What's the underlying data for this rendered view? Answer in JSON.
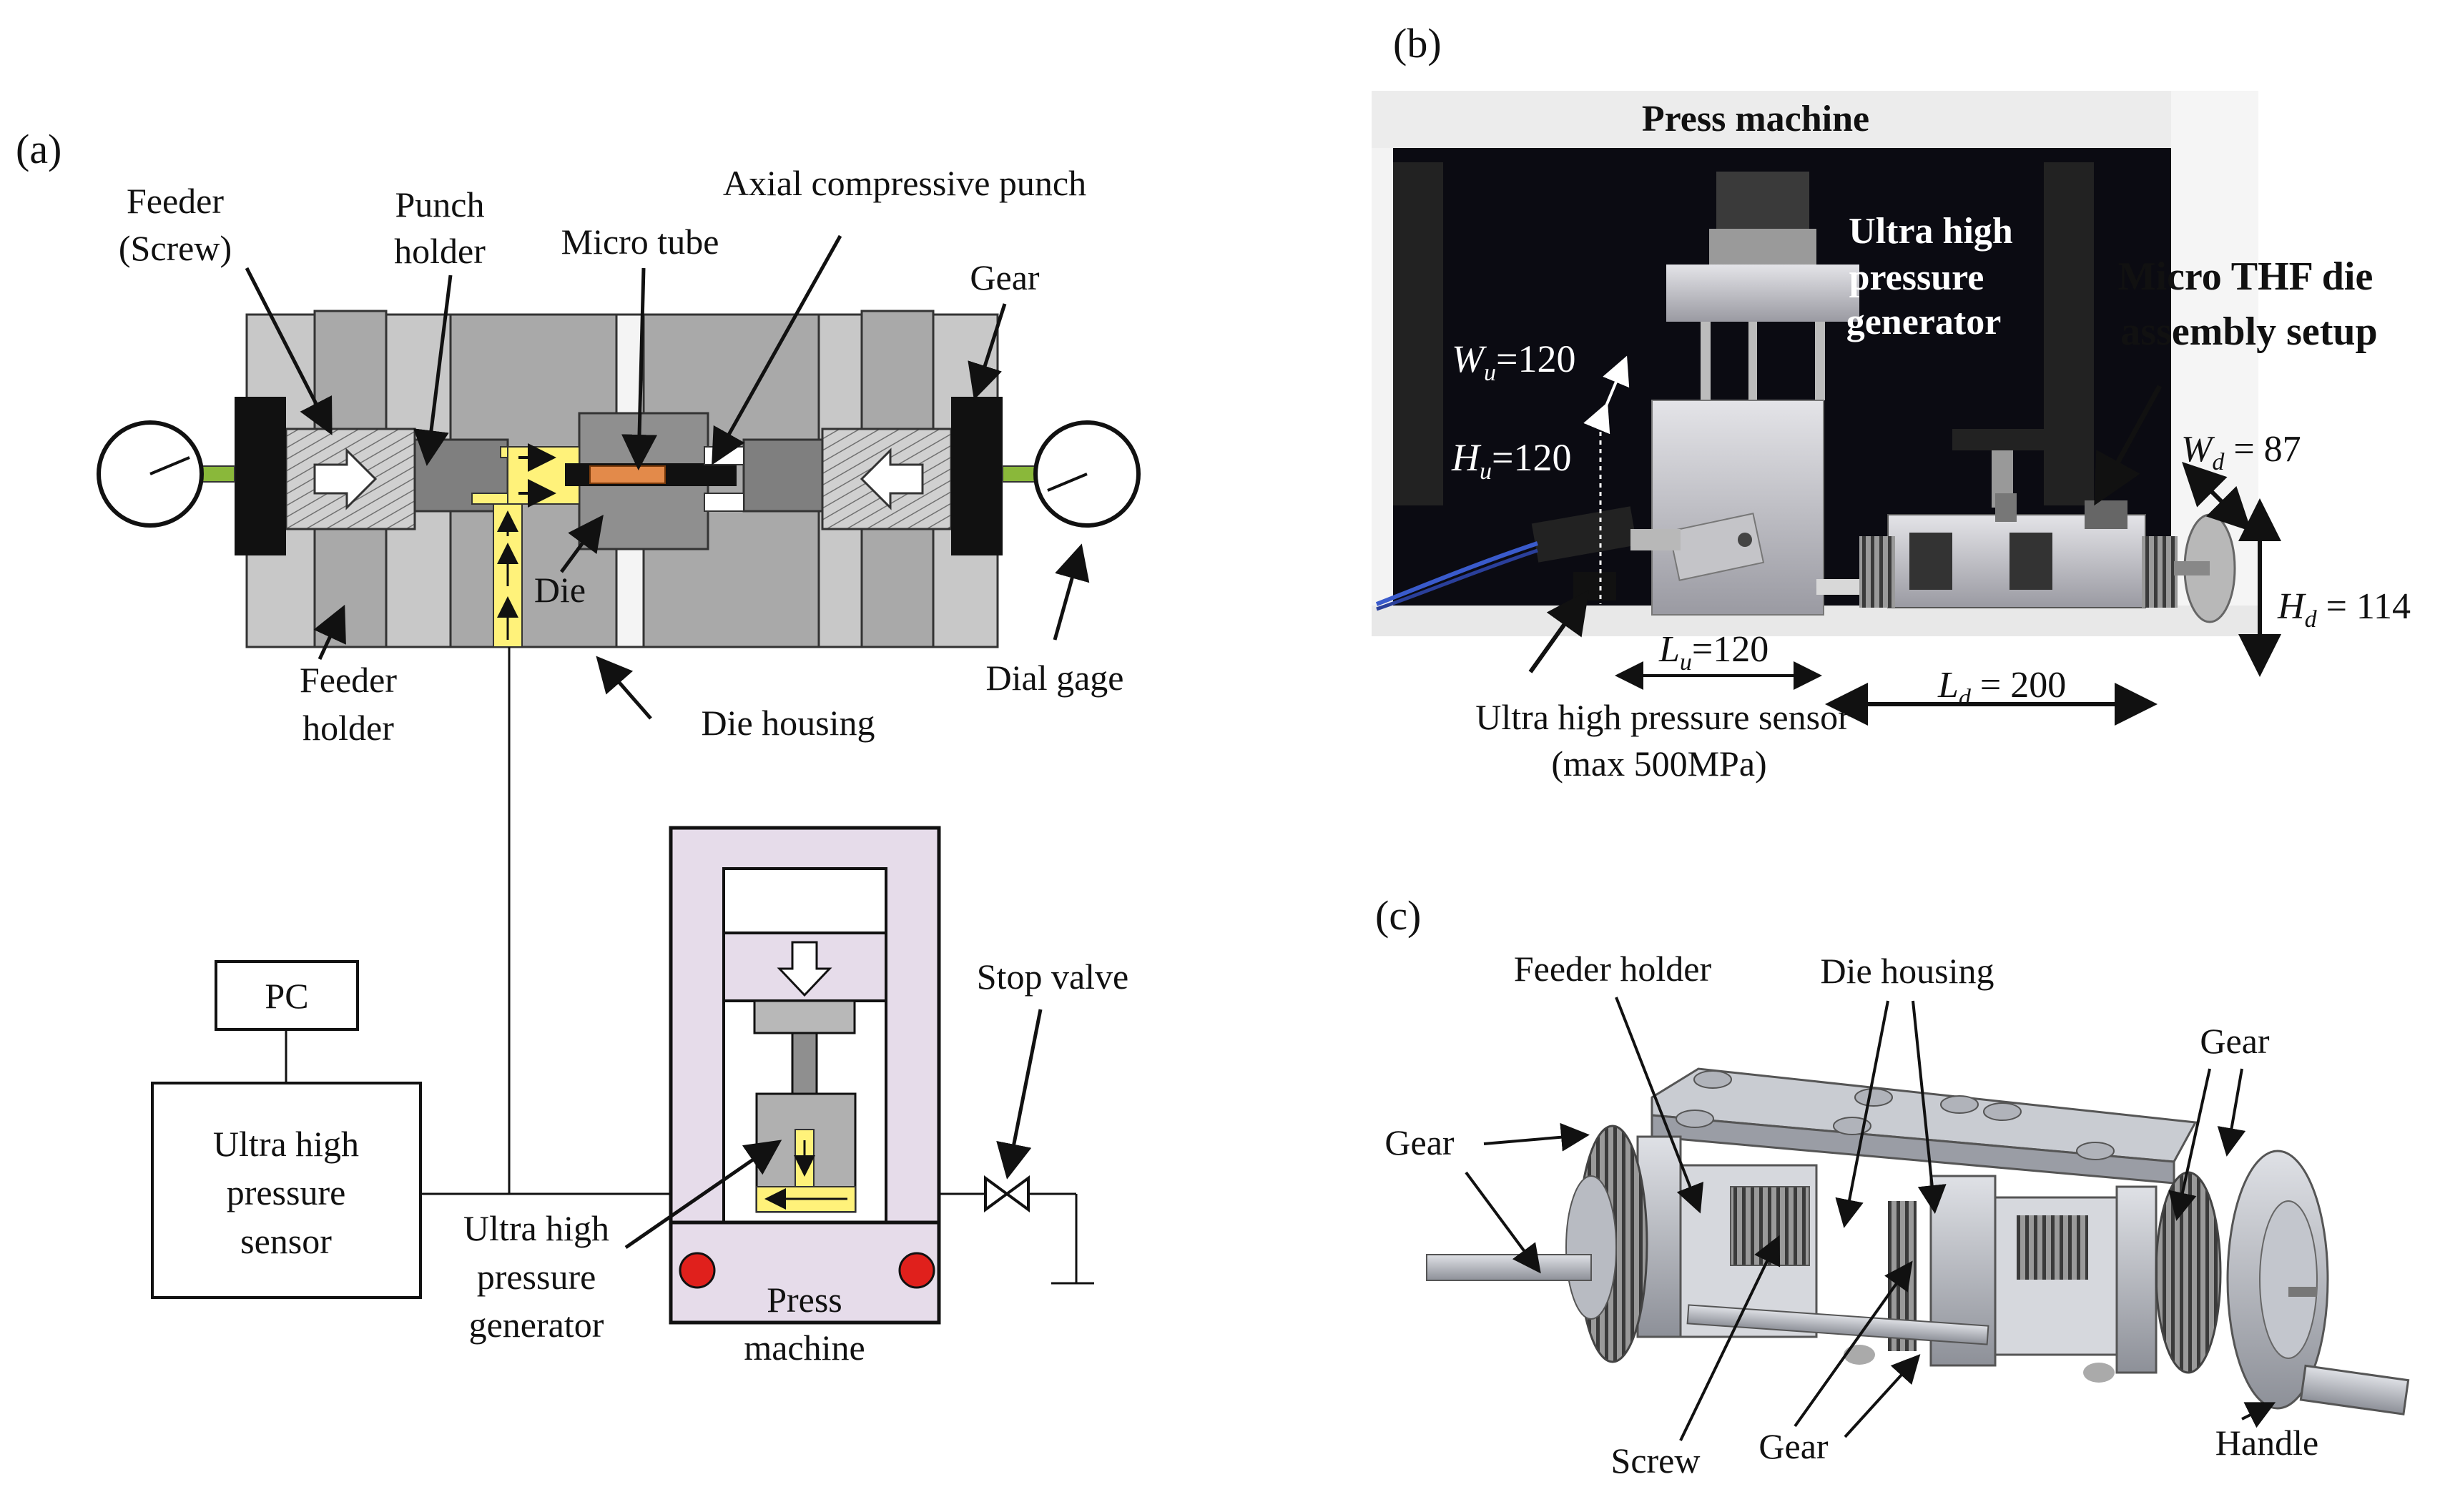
{
  "panels": {
    "a": "(a)",
    "b": "(b)",
    "c": "(c)"
  },
  "panel_a": {
    "feeder_screw": [
      "Feeder",
      "(Screw)"
    ],
    "punch_holder": [
      "Punch",
      "holder"
    ],
    "micro_tube": "Micro tube",
    "axial_punch": "Axial compressive punch",
    "gear": "Gear",
    "die": "Die",
    "feeder_holder": [
      "Feeder",
      "holder"
    ],
    "die_housing": "Die housing",
    "dial_gage": "Dial gage",
    "pc": "PC",
    "sensor_box": [
      "Ultra high",
      "pressure",
      "sensor"
    ],
    "generator": [
      "Ultra high",
      "pressure",
      "generator"
    ],
    "press_machine": [
      "Press",
      "machine"
    ],
    "stop_valve": "Stop valve"
  },
  "panel_b": {
    "press_machine": "Press machine",
    "generator": [
      "Ultra high",
      "pressure",
      "generator"
    ],
    "die_setup": [
      "Micro THF die",
      "assembly setup"
    ],
    "wu": {
      "sym": "W",
      "sub": "u",
      "val": "=120"
    },
    "hu": {
      "sym": "H",
      "sub": "u",
      "val": "=120"
    },
    "lu": {
      "sym": "L",
      "sub": "u",
      "val": "=120"
    },
    "ld": {
      "sym": "L",
      "sub": "d",
      "val": " = 200"
    },
    "wd": {
      "sym": "W",
      "sub": "d",
      "val": " = 87"
    },
    "hd": {
      "sym": "H",
      "sub": "d",
      "val": " = 114"
    },
    "sensor": [
      "Ultra high pressure sensor",
      "(max 500MPa)"
    ]
  },
  "panel_c": {
    "feeder_holder": "Feeder holder",
    "die_housing": "Die housing",
    "gear_left": "Gear",
    "gear_right": "Gear",
    "screw": "Screw",
    "gear_bottom": "Gear",
    "handle": "Handle"
  },
  "colors": {
    "housing": "#c8c8c8",
    "block": "#a9a9a9",
    "pressure_fluid": "#fff27a",
    "press_frame": "#e6dcea",
    "indicator_red": "#e0201c",
    "photo_background": "#0b0b12"
  }
}
